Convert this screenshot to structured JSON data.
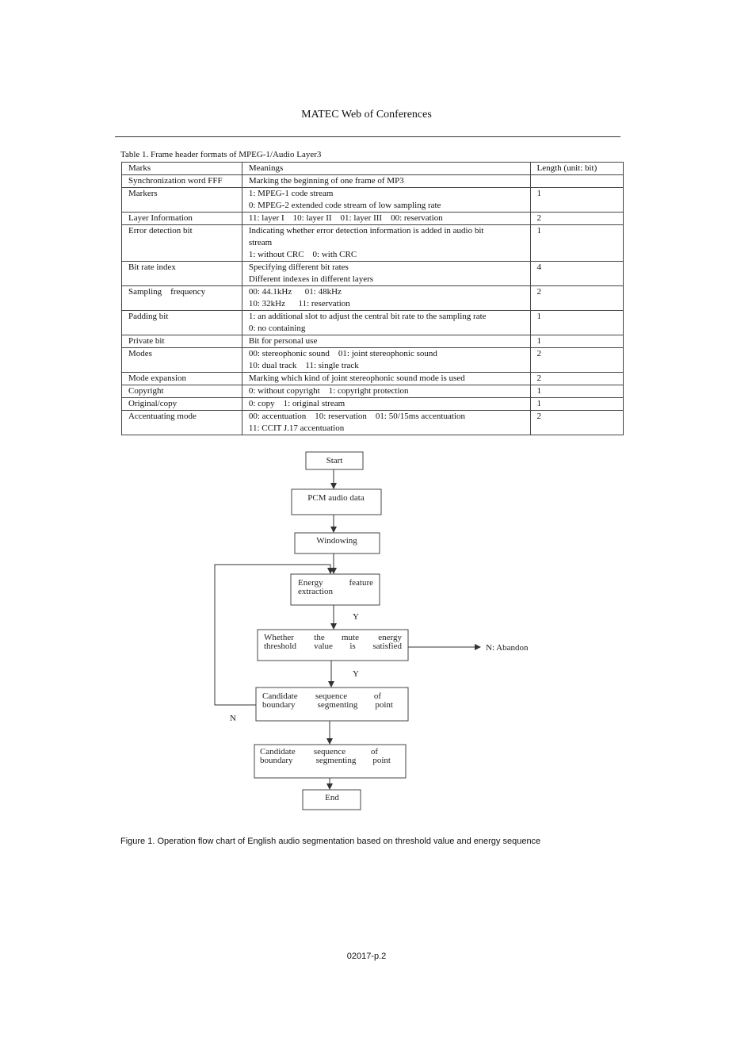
{
  "header": {
    "journal": "MATEC Web of Conferences"
  },
  "table": {
    "caption": "Table 1. Frame header formats of MPEG-1/Audio Layer3",
    "columns": [
      "Marks",
      "Meanings",
      "Length (unit: bit)"
    ],
    "rows": [
      {
        "mark": "Synchronization word FFF",
        "meaning": [
          "Marking the beginning of one frame of MP3"
        ],
        "length": ""
      },
      {
        "mark": "Markers",
        "meaning": [
          "1: MPEG-1 code stream",
          "0: MPEG-2 extended code stream of low sampling rate"
        ],
        "length": "1"
      },
      {
        "mark": "Layer Information",
        "meaning": [
          "11: layer I    10: layer II    01: layer III    00: reservation"
        ],
        "length": "2"
      },
      {
        "mark": "Error detection bit",
        "meaning": [
          "Indicating whether error detection information is added in audio bit",
          "stream",
          "1: without CRC    0: with CRC"
        ],
        "length": "1"
      },
      {
        "mark": "Bit rate index",
        "meaning": [
          "Specifying different bit rates",
          "Different indexes in different layers"
        ],
        "length": "4"
      },
      {
        "mark": "Sampling    frequency",
        "meaning": [
          "00: 44.1kHz      01: 48kHz",
          "10: 32kHz      11: reservation"
        ],
        "length": "2"
      },
      {
        "mark": "Padding bit",
        "meaning": [
          "1: an additional slot to adjust the central bit rate to the sampling rate",
          "0: no containing"
        ],
        "length": "1"
      },
      {
        "mark": "Private bit",
        "meaning": [
          "Bit for personal use"
        ],
        "length": "1"
      },
      {
        "mark": "Modes",
        "meaning": [
          "00: stereophonic sound    01: joint stereophonic sound",
          "10: dual track    11: single track"
        ],
        "length": "2"
      },
      {
        "mark": "Mode expansion",
        "meaning": [
          "Marking which kind of joint stereophonic sound mode is used"
        ],
        "length": "2"
      },
      {
        "mark": "Copyright",
        "meaning": [
          "0: without copyright    1: copyright protection"
        ],
        "length": "1"
      },
      {
        "mark": "Original/copy",
        "meaning": [
          "0: copy    1: original stream"
        ],
        "length": "1"
      },
      {
        "mark": "Accentuating mode",
        "meaning": [
          "00: accentuation    10: reservation    01: 50/15ms accentuation",
          "11: CCIT J.17 accentuation"
        ],
        "length": "2"
      }
    ]
  },
  "flowchart": {
    "start": "Start",
    "pcm": "PCM audio data",
    "windowing": "Windowing",
    "energy": [
      "Energy",
      "feature",
      "extraction"
    ],
    "yes1": "Y",
    "decision": [
      "Whether",
      "the",
      "mute",
      "energy",
      "threshold",
      "value",
      "is",
      "satisfied"
    ],
    "no_abandon": "N: Abandon",
    "yes2": "Y",
    "candidate1": [
      "Candidate",
      "sequence",
      "of",
      "boundary",
      "segmenting",
      "point"
    ],
    "no_loop": "N",
    "candidate2": [
      "Candidate",
      "sequence",
      "of",
      "boundary",
      "segmenting",
      "point"
    ],
    "end": "End"
  },
  "figure": {
    "caption": "Figure 1. Operation flow chart of English audio segmentation based on threshold value and energy sequence"
  },
  "footer": {
    "page": "02017-p.2"
  }
}
